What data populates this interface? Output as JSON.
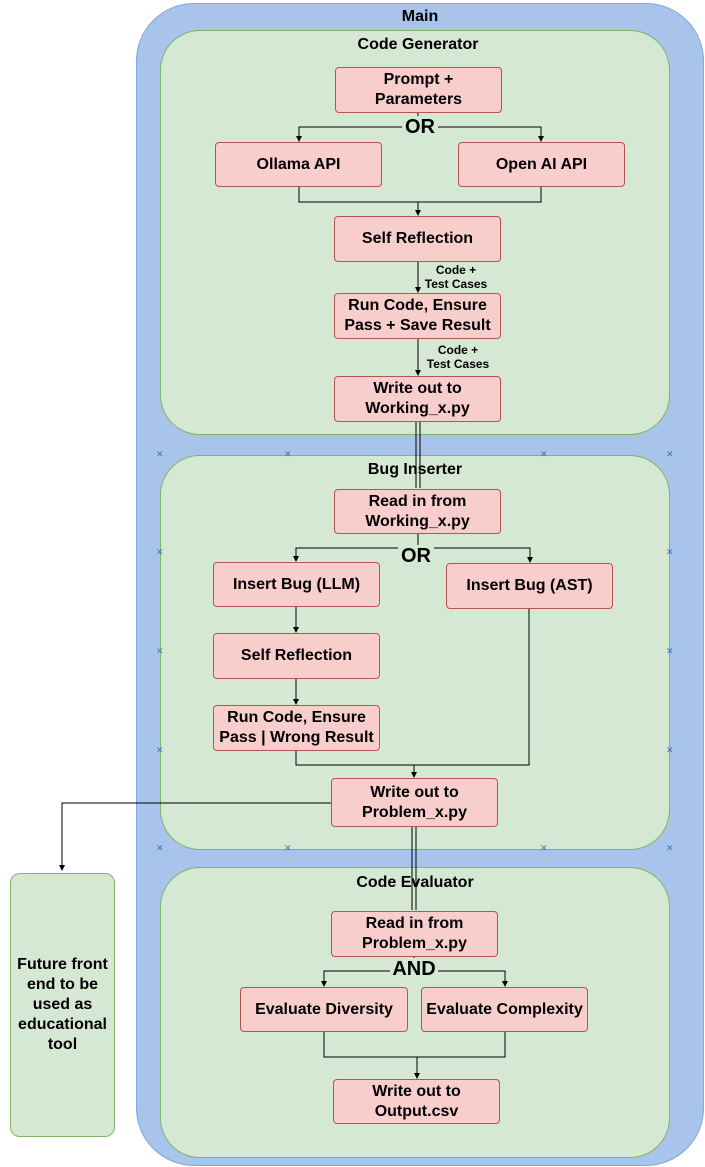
{
  "main": {
    "title": "Main"
  },
  "code_generator": {
    "title": "Code Generator",
    "prompt": "Prompt +\nParameters",
    "or_label": "OR",
    "ollama": "Ollama API",
    "openai": "Open AI API",
    "self_reflection": "Self Reflection",
    "edge_label_1": "Code +\nTest Cases",
    "run_code": "Run Code, Ensure\nPass + Save Result",
    "edge_label_2": "Code +\nTest Cases",
    "write_out": "Write out to\nWorking_x.py"
  },
  "bug_inserter": {
    "title": "Bug Inserter",
    "read_in": "Read in from\nWorking_x.py",
    "or_label": "OR",
    "insert_llm": "Insert Bug (LLM)",
    "insert_ast": "Insert Bug (AST)",
    "self_reflection": "Self Reflection",
    "run_code": "Run Code, Ensure\nPass | Wrong Result",
    "write_out": "Write out to\nProblem_x.py"
  },
  "code_evaluator": {
    "title": "Code Evaluator",
    "read_in": "Read in from\nProblem_x.py",
    "and_label": "AND",
    "eval_diversity": "Evaluate Diversity",
    "eval_complexity": "Evaluate Complexity",
    "write_out": "Write out to\nOutput.csv"
  },
  "future": {
    "label": "Future front\nend to be\nused as\neducational\ntool"
  },
  "colors": {
    "main_fill": "#a9c4eb",
    "group_fill": "#d5e8d4",
    "node_fill": "#f8cecc",
    "node_border": "#b85450"
  }
}
